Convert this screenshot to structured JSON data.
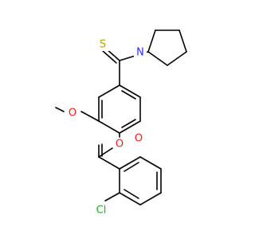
{
  "molecule": {
    "atoms": {
      "S": {
        "label": "S",
        "color": "#b8a000"
      },
      "N": {
        "label": "N",
        "color": "#2d2dff"
      },
      "O_methoxy": {
        "label": "O",
        "color": "#ff1a1a"
      },
      "O_ester": {
        "label": "O",
        "color": "#ff1a1a"
      },
      "O_carbonyl": {
        "label": "O",
        "color": "#ff1a1a"
      },
      "Cl": {
        "label": "Cl",
        "color": "#1fb51f"
      }
    },
    "bond_color": "#000000"
  }
}
